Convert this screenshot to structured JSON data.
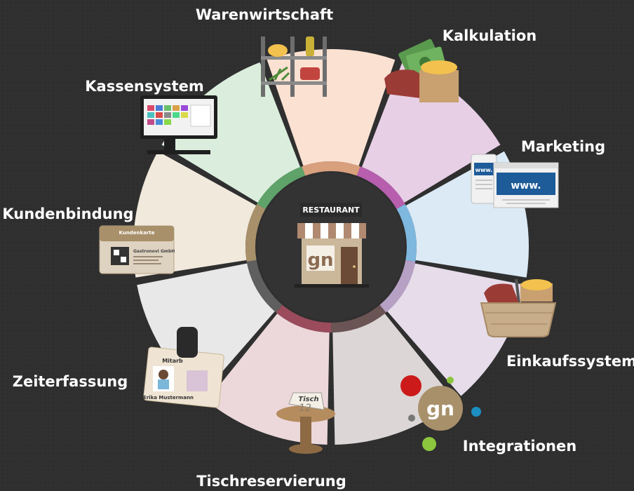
{
  "center": {
    "badge": "RESTAURANT",
    "logo_text": "gn"
  },
  "segments": [
    {
      "id": "warenwirtschaft",
      "label": "Warenwirtschaft",
      "fill": "#fbe1d2",
      "ring": "#d9a07d"
    },
    {
      "id": "kalkulation",
      "label": "Kalkulation",
      "fill": "#e7cfe6",
      "ring": "#b75fae"
    },
    {
      "id": "marketing",
      "label": "Marketing",
      "fill": "#dbeaf5",
      "ring": "#7fb8de"
    },
    {
      "id": "einkaufssystem",
      "label": "Einkaufssystem",
      "fill": "#e6dcea",
      "ring": "#b6a0c4"
    },
    {
      "id": "integrationen",
      "label": "Integrationen",
      "fill": "#dcd6d6",
      "ring": "#6b5454"
    },
    {
      "id": "tischreservierung",
      "label": "Tischreservierung",
      "fill": "#ecd7da",
      "ring": "#9a4b5c"
    },
    {
      "id": "zeiterfassung",
      "label": "Zeiterfassung",
      "fill": "#e8e8e8",
      "ring": "#5f5f5f"
    },
    {
      "id": "kundenbindung",
      "label": "Kundenbindung",
      "fill": "#f1e9dc",
      "ring": "#a8906a"
    },
    {
      "id": "kassensystem",
      "label": "Kassensystem",
      "fill": "#dbeedd",
      "ring": "#5fa36a"
    }
  ],
  "marketing_illustration": {
    "url_text_1": "www.",
    "url_text_2": "www."
  },
  "kundenbindung_card": {
    "title": "Kundenkarte",
    "company": "Gastronovi GmbH"
  },
  "zeiterfassung_badge": {
    "title": "Mitarb",
    "name": "Erika Mustermann"
  },
  "tisch_sign": {
    "word": "Tisch",
    "number": "12"
  },
  "integration_dots": [
    "#cc1a1a",
    "#8cc63f",
    "#1b8fc0",
    "#777777",
    "#8cc63f"
  ]
}
